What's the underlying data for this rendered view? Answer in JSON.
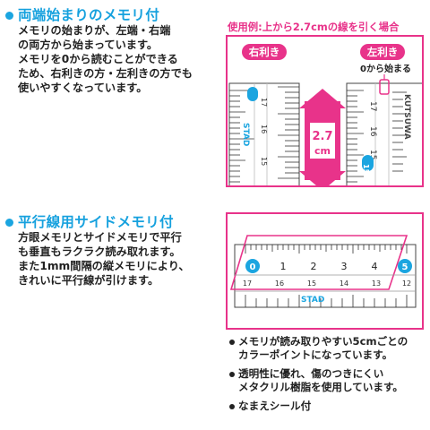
{
  "section1": {
    "heading": "両端始まりのメモリ付",
    "lines": [
      "メモリの始まりが、左端・右端",
      "の両方から始まっています。",
      "メモリを0から読むことができる",
      "ため、右利きの方・左利きの方でも",
      "使いやすくなっています。"
    ]
  },
  "example": {
    "caption": "使用例:上から2.7cmの線を引く場合",
    "right_tag": "右利き",
    "left_tag": "左利き",
    "start_note": "0から始まる",
    "measure_value": "2.7",
    "measure_unit": "cm",
    "brand": "STAD",
    "brand_vertical": "KUTSUWA",
    "left_ruler_ticks": [
      "17",
      "16",
      "15"
    ],
    "right_ruler_ticks": [
      "17",
      "16",
      "15"
    ],
    "badge_0": "0",
    "badge_15": "15"
  },
  "section2": {
    "heading": "平行線用サイドメモリ付",
    "lines": [
      "方眼メモリとサイドメモリで平行",
      "も垂直もラクラク読み取れます。",
      "また1mm間隔の縦メモリにより、",
      "きれいに平行線が引けます。"
    ]
  },
  "ruler2": {
    "numbers": [
      "0",
      "1",
      "2",
      "3",
      "4",
      "5"
    ],
    "side_numbers": [
      "17",
      "16",
      "15",
      "14",
      "13",
      "12"
    ],
    "brand": "STAD"
  },
  "bullets": [
    [
      "メモリが読み取りやすい5cmごとの",
      "カラーポイントになっています。"
    ],
    [
      "透明性に優れ、傷のつきにくい",
      "メタクリル樹脂を使用しています。"
    ],
    [
      "なまえシール付"
    ]
  ],
  "colors": {
    "accent_blue": "#16a1de",
    "accent_pink": "#e8338a"
  }
}
